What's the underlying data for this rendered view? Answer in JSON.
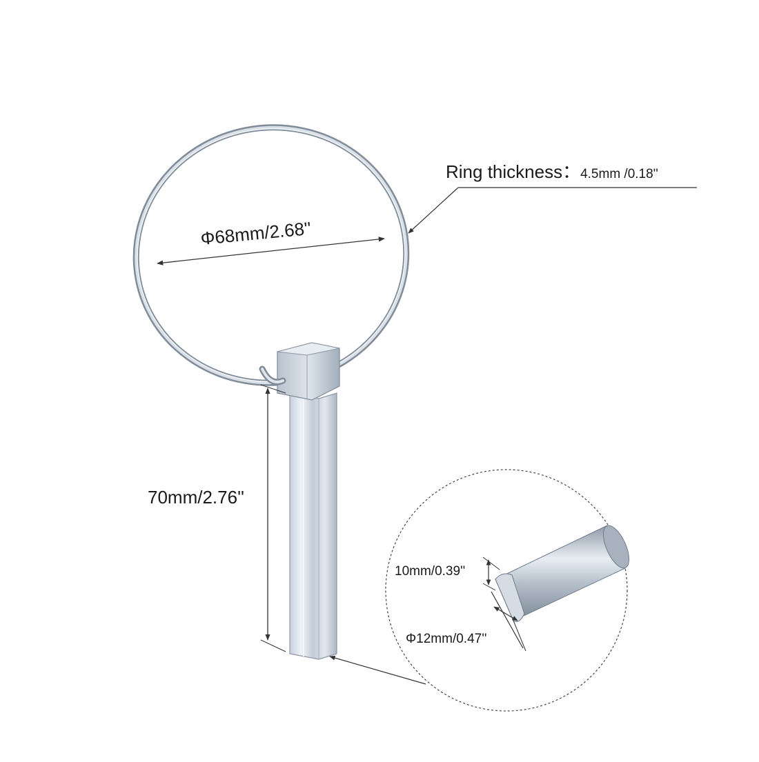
{
  "labels": {
    "ring_thickness_name": "Ring thickness：",
    "ring_thickness_value": "4.5mm /0.18''",
    "ring_diameter": "Φ68mm/2.68''",
    "pin_length": "70mm/2.76''",
    "pin_width": "10mm/0.39''",
    "pin_diameter": "Φ12mm/0.47''"
  }
}
